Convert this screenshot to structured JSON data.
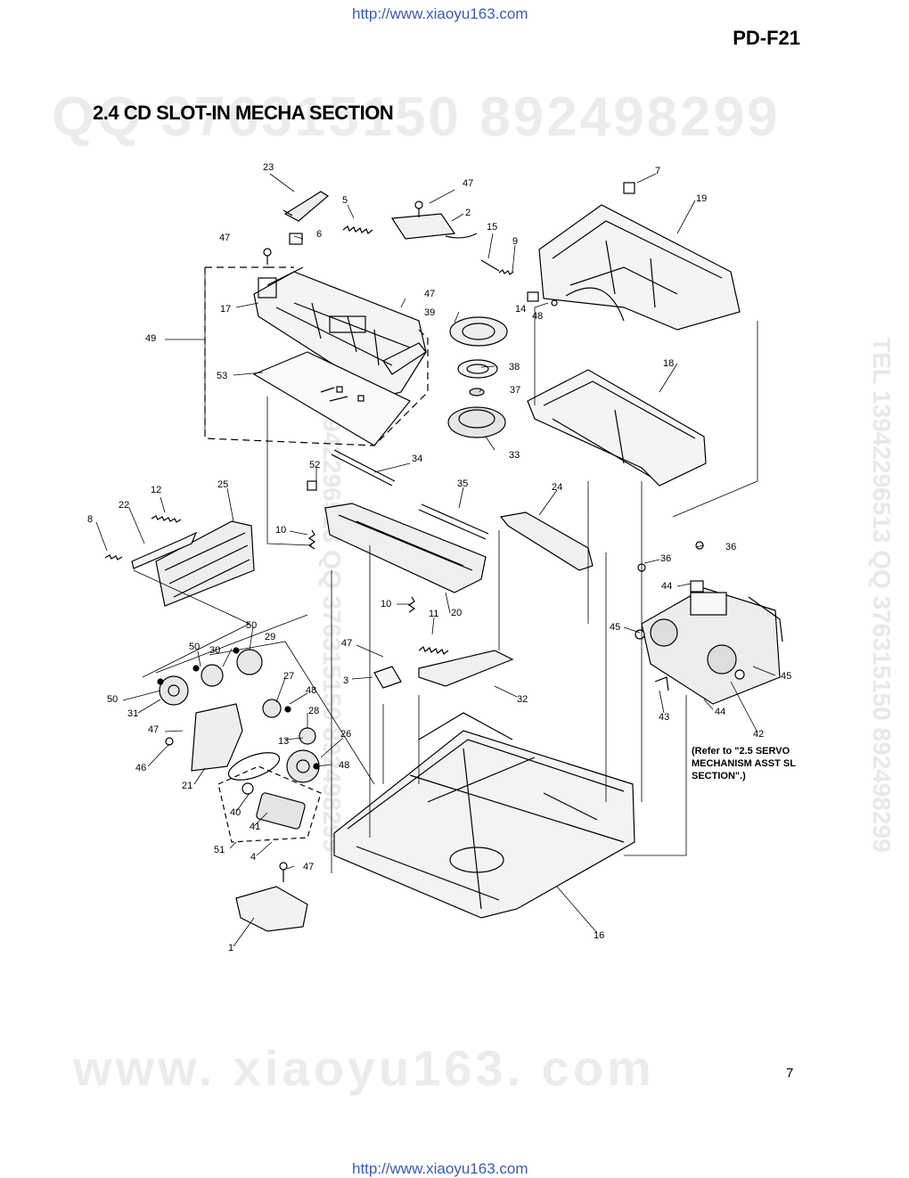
{
  "header": {
    "url_top": "http://www.xiaoyu163.com",
    "model": "PD-F21",
    "section_title": "2.4 CD SLOT-IN MECHA SECTION"
  },
  "watermarks": {
    "qq": "QQ 376315150   892498299",
    "site": "www. xiaoyu163. com",
    "tel_side": "TEL 13942296513  QQ 376315150  892498299"
  },
  "note": {
    "line1": "(Refer to \"2.5 SERVO",
    "line2": "MECHANISM ASST SL",
    "line3": "SECTION\".)"
  },
  "footer": {
    "page_number": "7",
    "url_bottom": "http://www.xiaoyu163.com"
  },
  "callouts": [
    {
      "id": "c23",
      "text": "23"
    },
    {
      "id": "c5",
      "text": "5"
    },
    {
      "id": "c47a",
      "text": "47"
    },
    {
      "id": "c2",
      "text": "2"
    },
    {
      "id": "c7",
      "text": "7"
    },
    {
      "id": "c19",
      "text": "19"
    },
    {
      "id": "c47b",
      "text": "47"
    },
    {
      "id": "c6",
      "text": "6"
    },
    {
      "id": "c15",
      "text": "15"
    },
    {
      "id": "c9",
      "text": "9"
    },
    {
      "id": "c47c",
      "text": "47"
    },
    {
      "id": "c17",
      "text": "17"
    },
    {
      "id": "c14",
      "text": "14"
    },
    {
      "id": "c48a",
      "text": "48"
    },
    {
      "id": "c39",
      "text": "39"
    },
    {
      "id": "c49",
      "text": "49"
    },
    {
      "id": "c38",
      "text": "38"
    },
    {
      "id": "c18",
      "text": "18"
    },
    {
      "id": "c53",
      "text": "53"
    },
    {
      "id": "c37",
      "text": "37"
    },
    {
      "id": "c33",
      "text": "33"
    },
    {
      "id": "c34",
      "text": "34"
    },
    {
      "id": "c52",
      "text": "52"
    },
    {
      "id": "c12",
      "text": "12"
    },
    {
      "id": "c25",
      "text": "25"
    },
    {
      "id": "c35",
      "text": "35"
    },
    {
      "id": "c24",
      "text": "24"
    },
    {
      "id": "c22",
      "text": "22"
    },
    {
      "id": "c8",
      "text": "8"
    },
    {
      "id": "c10a",
      "text": "10"
    },
    {
      "id": "c36a",
      "text": "36"
    },
    {
      "id": "c36b",
      "text": "36"
    },
    {
      "id": "c44a",
      "text": "44"
    },
    {
      "id": "c10b",
      "text": "10"
    },
    {
      "id": "c20",
      "text": "20"
    },
    {
      "id": "c11",
      "text": "11"
    },
    {
      "id": "c50a",
      "text": "50"
    },
    {
      "id": "c45a",
      "text": "45"
    },
    {
      "id": "c50b",
      "text": "50"
    },
    {
      "id": "c30",
      "text": "30"
    },
    {
      "id": "c29",
      "text": "29"
    },
    {
      "id": "c47d",
      "text": "47"
    },
    {
      "id": "c3",
      "text": "3"
    },
    {
      "id": "c45b",
      "text": "45"
    },
    {
      "id": "c27",
      "text": "27"
    },
    {
      "id": "c50c",
      "text": "50"
    },
    {
      "id": "c31",
      "text": "31"
    },
    {
      "id": "c48b",
      "text": "48"
    },
    {
      "id": "c32",
      "text": "32"
    },
    {
      "id": "c28",
      "text": "28"
    },
    {
      "id": "c43",
      "text": "43"
    },
    {
      "id": "c44b",
      "text": "44"
    },
    {
      "id": "c47e",
      "text": "47"
    },
    {
      "id": "c13",
      "text": "13"
    },
    {
      "id": "c26",
      "text": "26"
    },
    {
      "id": "c42",
      "text": "42"
    },
    {
      "id": "c46",
      "text": "46"
    },
    {
      "id": "c21",
      "text": "21"
    },
    {
      "id": "c48c",
      "text": "48"
    },
    {
      "id": "c40",
      "text": "40"
    },
    {
      "id": "c41",
      "text": "41"
    },
    {
      "id": "c51",
      "text": "51"
    },
    {
      "id": "c4",
      "text": "4"
    },
    {
      "id": "c47f",
      "text": "47"
    },
    {
      "id": "c1",
      "text": "1"
    },
    {
      "id": "c16",
      "text": "16"
    }
  ]
}
